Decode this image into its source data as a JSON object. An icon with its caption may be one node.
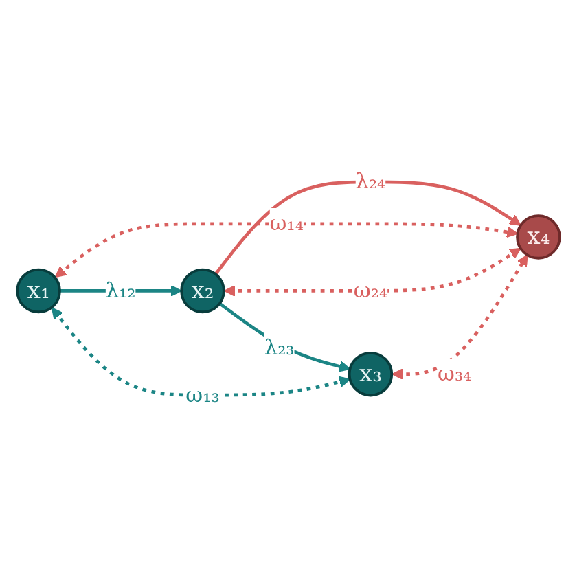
{
  "diagram": {
    "nodes": [
      {
        "text": [
          "x₁"
        ]
      },
      {
        "text": [
          "x₂"
        ]
      },
      {
        "text": [
          "x₃"
        ]
      },
      {
        "text": [
          "x₄"
        ]
      }
    ],
    "edges": [
      {
        "from": 0,
        "to": 1,
        "arrow": "to",
        "label": "λ₁₂",
        "color": "#1b8585"
      },
      {
        "from": 1,
        "to": 2,
        "arrow": "to",
        "label": "λ₂₃",
        "color": "#1b8585"
      },
      {
        "from": 1,
        "to": 3,
        "arrow": "to",
        "label": "λ₂₄"
      },
      {
        "from": 0,
        "to": 2,
        "arrow": "both",
        "label": "ω₁₃",
        "style": "dashed",
        "color": "#1b8585"
      },
      {
        "from": 0,
        "to": 3,
        "arrow": "both",
        "label": "ω₁₄",
        "style": "dashed"
      },
      {
        "from": 1,
        "to": 3,
        "arrow": "both",
        "label": "ω₂₄",
        "style": "dashed"
      },
      {
        "from": 2,
        "to": 3,
        "arrow": "both",
        "label": "ω₃₄",
        "style": "dashed"
      }
    ]
  }
}
